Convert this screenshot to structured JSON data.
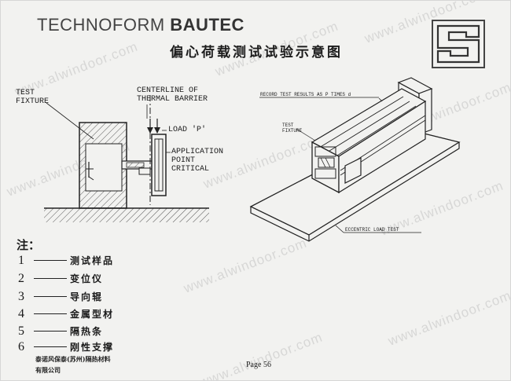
{
  "header": {
    "brand_regular": "TECHNOFORM",
    "brand_bold": "BAUTEC",
    "title": "偏心荷载测试试验示意图"
  },
  "left_diagram": {
    "test_fixture_label": "TEST\nFIXTURE",
    "centerline_label": "CENTERLINE OF\nTHERMAL BARRIER",
    "load_label": "LOAD 'P'",
    "application_label": "APPLICATION\nPOINT\nCRITICAL"
  },
  "right_diagram": {
    "record_label": "RECORD TEST RESULTS AS P TIMES d",
    "test_fixture_label": "TEST\nFIXTURE",
    "eccentric_label": "ECCENTRIC LOAD TEST"
  },
  "notes": {
    "title": "注：",
    "items": [
      {
        "number": "1",
        "text": "测试样品"
      },
      {
        "number": "2",
        "text": "变位仪"
      },
      {
        "number": "3",
        "text": "导向辊"
      },
      {
        "number": "4",
        "text": "金属型材"
      },
      {
        "number": "5",
        "text": "隔热条"
      },
      {
        "number": "6",
        "text": "刚性支撑"
      }
    ]
  },
  "footer": {
    "company_line1": "泰诺风保泰(苏州)隔热材料",
    "company_line2": "有限公司",
    "page": "Page 56"
  },
  "watermark": "www.alwindoor.com",
  "colors": {
    "background": "#f2f2f0",
    "ink": "#1b1b1b",
    "brand": "#444444",
    "watermark": "#a0a0a0"
  }
}
